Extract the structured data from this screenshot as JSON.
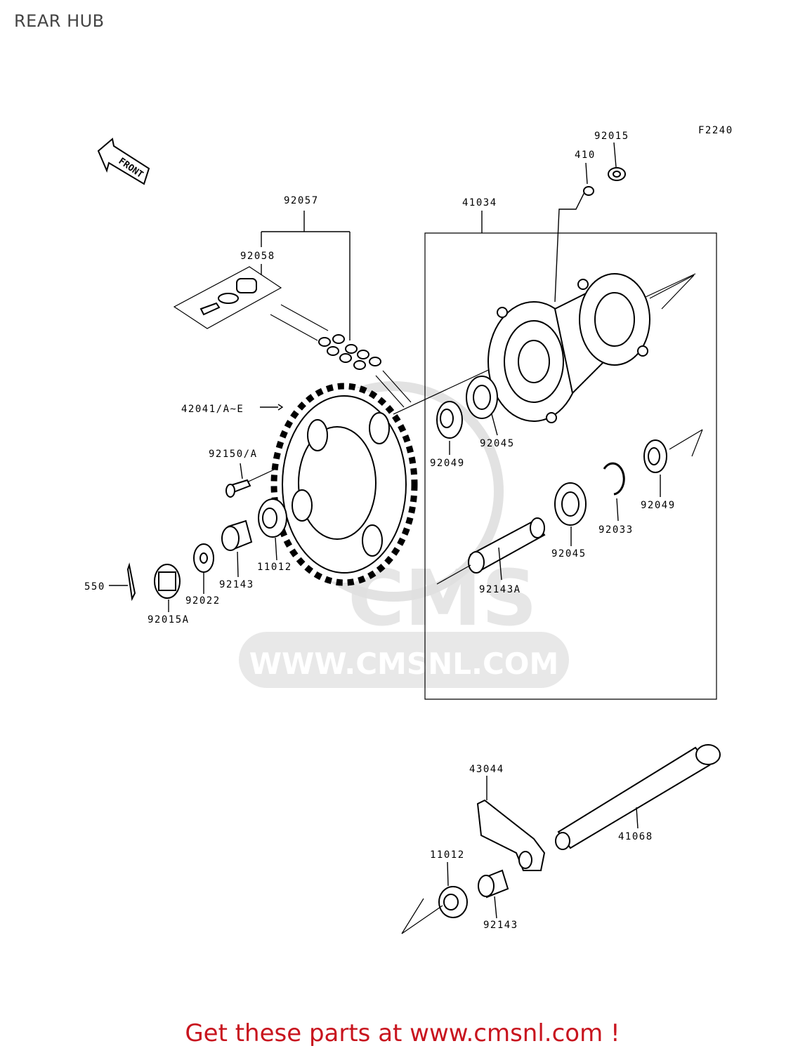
{
  "page": {
    "title": "REAR HUB",
    "figure_code": "F2240",
    "front_label": "FRONT",
    "cta": "Get these parts at www.cmsnl.com !"
  },
  "watermark": {
    "brand": "CMS",
    "url": "WWW.CMSNL.COM"
  },
  "parts": [
    {
      "id": "p92015",
      "label": "92015"
    },
    {
      "id": "p410",
      "label": "410"
    },
    {
      "id": "p92057",
      "label": "92057"
    },
    {
      "id": "p41034",
      "label": "41034"
    },
    {
      "id": "p92058",
      "label": "92058"
    },
    {
      "id": "p42041",
      "label": "42041/A~E"
    },
    {
      "id": "p92150",
      "label": "92150/A"
    },
    {
      "id": "p92049a",
      "label": "92049"
    },
    {
      "id": "p92045a",
      "label": "92045"
    },
    {
      "id": "p92049b",
      "label": "92049"
    },
    {
      "id": "p92033",
      "label": "92033"
    },
    {
      "id": "p92045b",
      "label": "92045"
    },
    {
      "id": "p92143A",
      "label": "92143A"
    },
    {
      "id": "p11012a",
      "label": "11012"
    },
    {
      "id": "p92143a",
      "label": "92143"
    },
    {
      "id": "p92022",
      "label": "92022"
    },
    {
      "id": "p550",
      "label": "550"
    },
    {
      "id": "p92015A",
      "label": "92015A"
    },
    {
      "id": "p43044",
      "label": "43044"
    },
    {
      "id": "p41068",
      "label": "41068"
    },
    {
      "id": "p11012b",
      "label": "11012"
    },
    {
      "id": "p92143b",
      "label": "92143"
    }
  ]
}
